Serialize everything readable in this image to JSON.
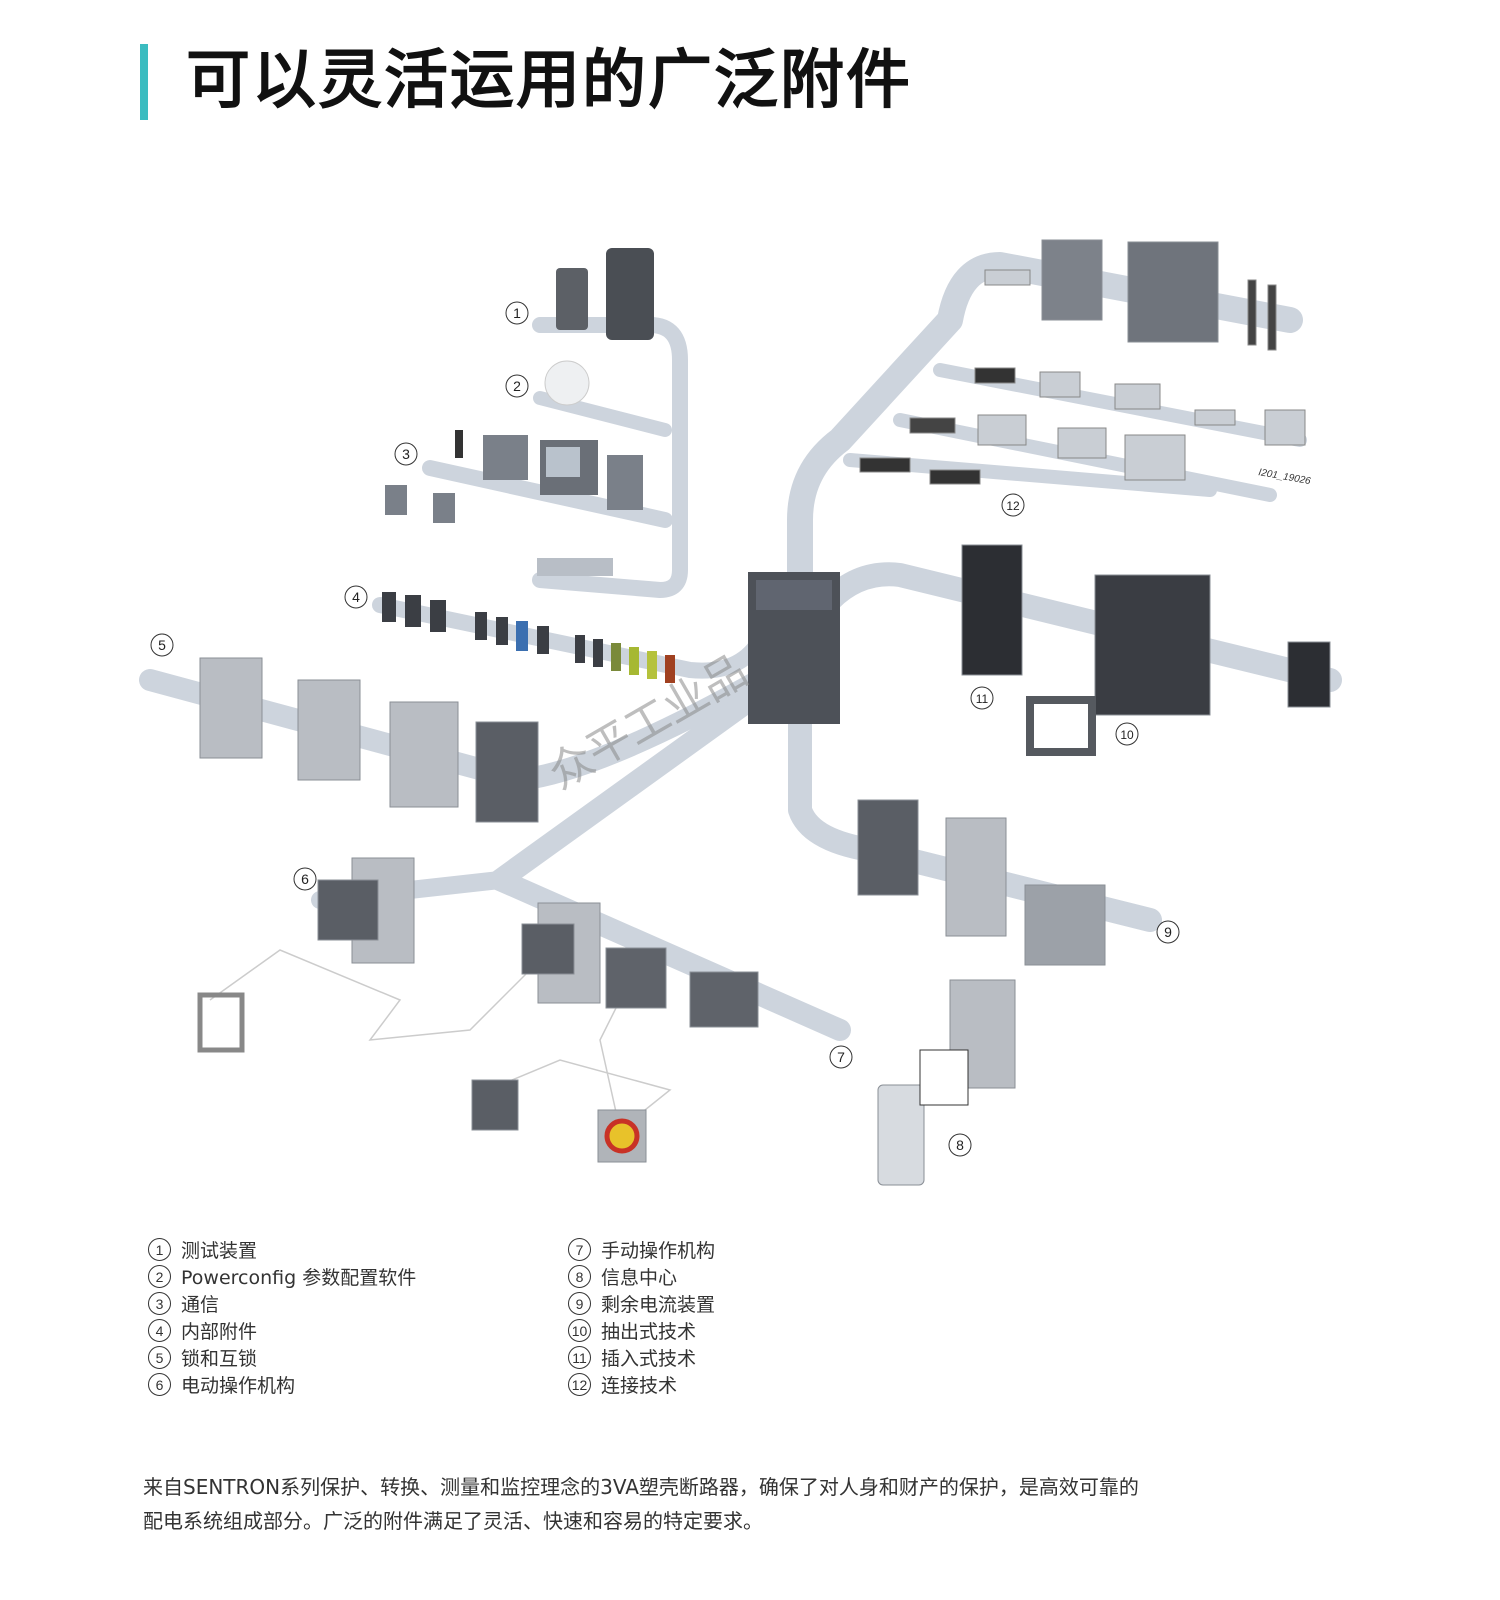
{
  "title": "可以灵活运用的广泛附件",
  "accent_color": "#3bbcc0",
  "diagram": {
    "callouts": [
      "1",
      "2",
      "3",
      "4",
      "5",
      "6",
      "7",
      "8",
      "9",
      "10",
      "11",
      "12"
    ],
    "figure_id": "I201_19026",
    "watermark": "众平工业品"
  },
  "legend": {
    "left": [
      {
        "num": "1",
        "label": "测试装置"
      },
      {
        "num": "2",
        "label": "Powerconfig 参数配置软件"
      },
      {
        "num": "3",
        "label": "通信"
      },
      {
        "num": "4",
        "label": "内部附件"
      },
      {
        "num": "5",
        "label": "锁和互锁"
      },
      {
        "num": "6",
        "label": "电动操作机构"
      }
    ],
    "right": [
      {
        "num": "7",
        "label": "手动操作机构"
      },
      {
        "num": "8",
        "label": "信息中心"
      },
      {
        "num": "9",
        "label": "剩余电流装置"
      },
      {
        "num": "10",
        "label": "抽出式技术"
      },
      {
        "num": "11",
        "label": "插入式技术"
      },
      {
        "num": "12",
        "label": "连接技术"
      }
    ]
  },
  "paragraph": {
    "line1": "来自SENTRON系列保护、转换、测量和监控理念的3VA塑壳断路器，确保了对人身和财产的保护，是高效可靠的",
    "line2": "配电系统组成部分。广泛的附件满足了灵活、快速和容易的特定要求。"
  }
}
